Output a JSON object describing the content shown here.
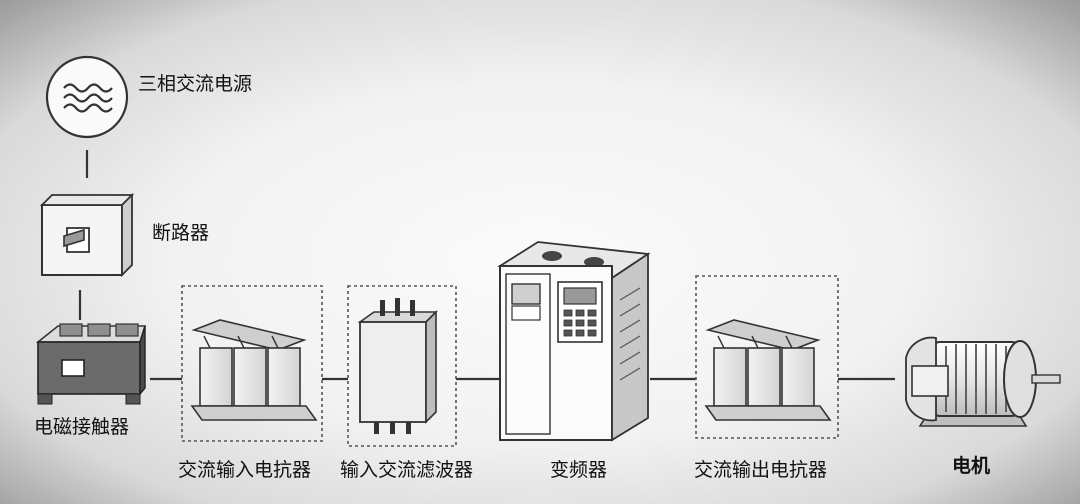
{
  "labels": {
    "power_source": "三相交流电源",
    "circuit_breaker": "断路器",
    "contactor": "电磁接触器",
    "input_reactor": "交流输入电抗器",
    "input_filter": "输入交流滤波器",
    "inverter": "变频器",
    "output_reactor": "交流输出电抗器",
    "motor": "电机"
  }
}
